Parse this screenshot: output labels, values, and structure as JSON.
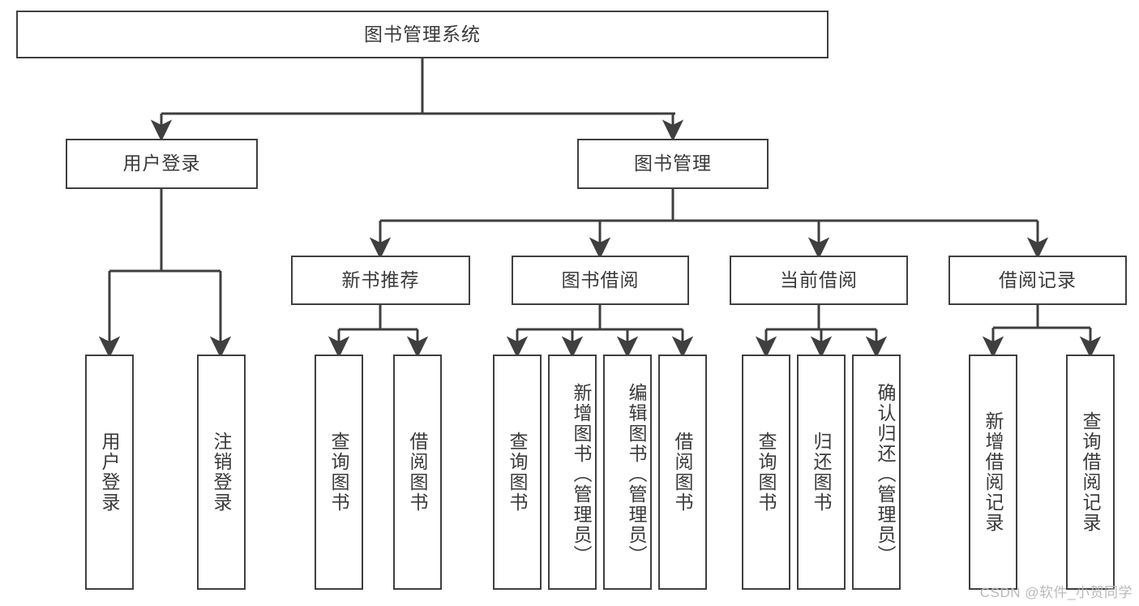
{
  "diagram": {
    "title": "图书管理系统",
    "watermark": "CSDN @软件_小贺同学",
    "colors": {
      "border": "#3f3f3f",
      "text": "#3a3a3a",
      "background": "#ffffff",
      "watermark": "#b9b9b9"
    },
    "nodes": {
      "root": {
        "label": "图书管理系统",
        "level": 0
      },
      "l1": [
        {
          "id": "user-login",
          "label": "用户登录"
        },
        {
          "id": "book-manage",
          "label": "图书管理"
        }
      ],
      "l2": [
        {
          "id": "new-book-recommend",
          "label": "新书推荐"
        },
        {
          "id": "book-borrow",
          "label": "图书借阅"
        },
        {
          "id": "current-borrow",
          "label": "当前借阅"
        },
        {
          "id": "borrow-record",
          "label": "借阅记录"
        }
      ],
      "leaves": {
        "user-login": [
          {
            "id": "leaf-user-login",
            "label": "用户登录"
          },
          {
            "id": "leaf-logout-login",
            "label": "注销登录"
          }
        ],
        "new-book-recommend": [
          {
            "id": "leaf-query-book-1",
            "label": "查询图书"
          },
          {
            "id": "leaf-borrow-book-1",
            "label": "借阅图书"
          }
        ],
        "book-borrow": [
          {
            "id": "leaf-query-book-2",
            "label": "查询图书"
          },
          {
            "id": "leaf-add-book",
            "label": "新增图书（管理员）"
          },
          {
            "id": "leaf-edit-book",
            "label": "编辑图书（管理员）"
          },
          {
            "id": "leaf-borrow-book-2",
            "label": "借阅图书"
          }
        ],
        "current-borrow": [
          {
            "id": "leaf-query-book-3",
            "label": "查询图书"
          },
          {
            "id": "leaf-return-book",
            "label": "归还图书"
          },
          {
            "id": "leaf-confirm-return",
            "label": "确认归还（管理员）"
          }
        ],
        "borrow-record": [
          {
            "id": "leaf-add-record",
            "label": "新增借阅记录"
          },
          {
            "id": "leaf-query-record",
            "label": "查询借阅记录"
          }
        ]
      }
    }
  }
}
